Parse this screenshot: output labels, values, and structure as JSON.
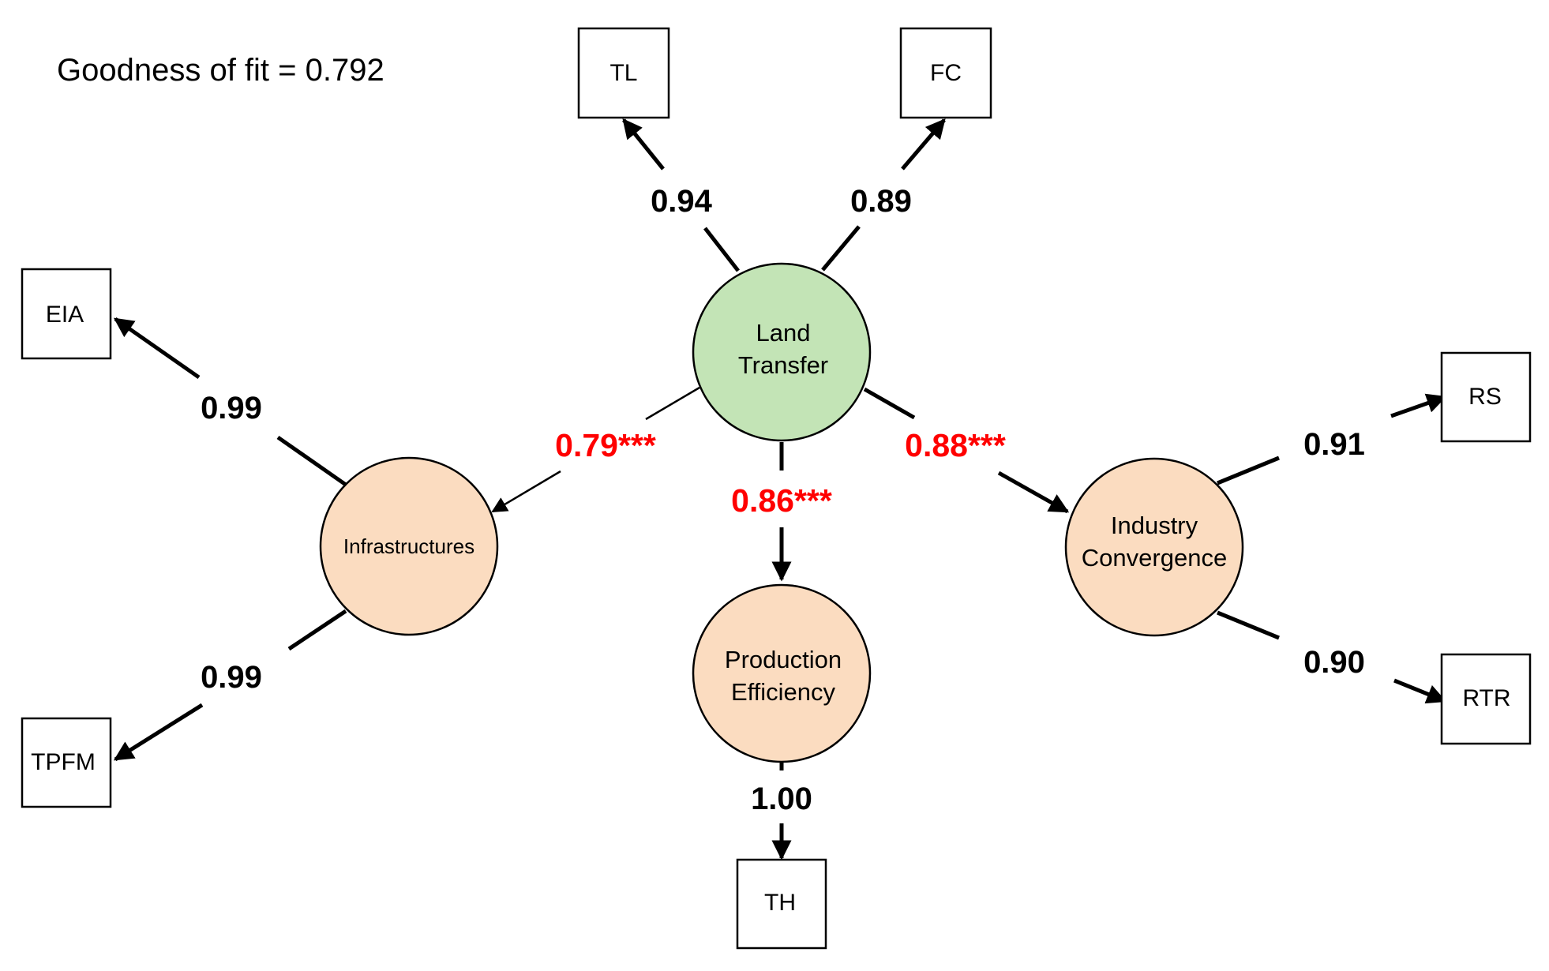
{
  "goodness_of_fit": "Goodness  of fit = 0.792",
  "constructs": {
    "land_transfer": {
      "line1": "Land",
      "line2": "Transfer",
      "color": "#c3e4b6"
    },
    "infrastructures": {
      "line1": "Infrastructures",
      "color": "#fbdcc0"
    },
    "production_efficiency": {
      "line1": "Production",
      "line2": "Efficiency",
      "color": "#fbdcc0"
    },
    "industry_convergence": {
      "line1": "Industry",
      "line2": "Convergence",
      "color": "#fbdcc0"
    }
  },
  "indicators": {
    "tl": "TL",
    "fc": "FC",
    "eia": "EIA",
    "tpfm": "TPFM",
    "rs": "RS",
    "rtr": "RTR",
    "th": "TH"
  },
  "loadings": {
    "tl": "0.94",
    "fc": "0.89",
    "eia": "0.99",
    "tpfm": "0.99",
    "rs": "0.91",
    "rtr": "0.90",
    "th": "1.00"
  },
  "path_coefficients": {
    "infrastructures": "0.79***",
    "production_efficiency": "0.86***",
    "industry_convergence": "0.88***",
    "color": "#ff0000"
  }
}
